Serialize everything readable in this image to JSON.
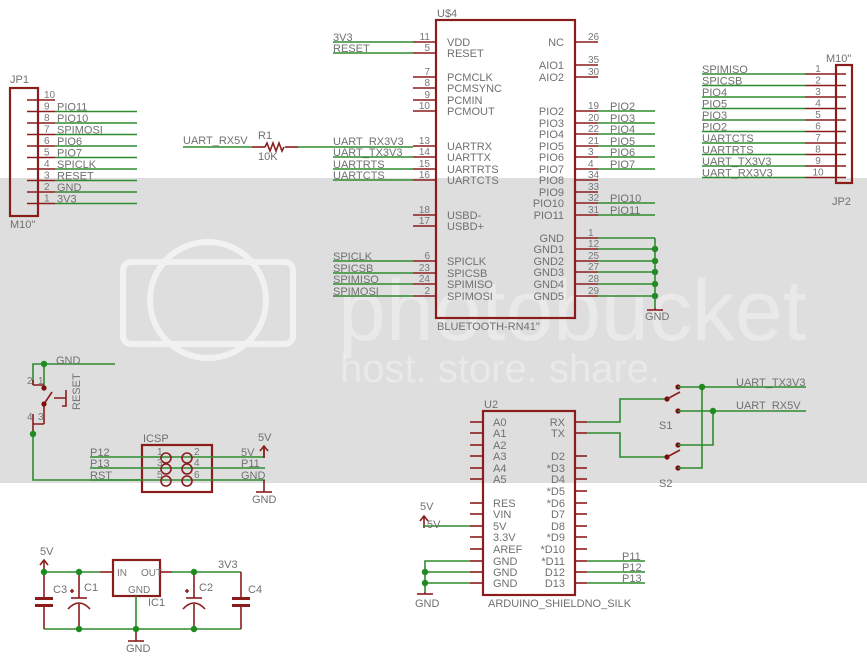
{
  "watermark": {
    "brand": "photobucket",
    "tagline": "host. store. share."
  },
  "jp1": {
    "name": "JP1",
    "value": "M10\"",
    "pins": [
      {
        "num": "10",
        "net": ""
      },
      {
        "num": "9",
        "net": "PIO11"
      },
      {
        "num": "8",
        "net": "PIO10"
      },
      {
        "num": "7",
        "net": "SPIMOSI"
      },
      {
        "num": "6",
        "net": "PIO6"
      },
      {
        "num": "5",
        "net": "PIO7"
      },
      {
        "num": "4",
        "net": "SPICLK"
      },
      {
        "num": "3",
        "net": "RESET"
      },
      {
        "num": "2",
        "net": "GND"
      },
      {
        "num": "1",
        "net": "3V3"
      }
    ]
  },
  "r1": {
    "name": "R1",
    "value": "10K",
    "net": "UART_RX5V"
  },
  "u4": {
    "name": "U$4",
    "value": "BLUETOOTH-RN41\"",
    "gnd": "GND",
    "left_pins": [
      {
        "num": "11",
        "label": "VDD",
        "net": "3V3"
      },
      {
        "num": "5",
        "label": "RESET",
        "net": "RESET"
      },
      {
        "num": "7",
        "label": "PCMCLK",
        "net": ""
      },
      {
        "num": "8",
        "label": "PCMSYNC",
        "net": ""
      },
      {
        "num": "9",
        "label": "PCMIN",
        "net": ""
      },
      {
        "num": "10",
        "label": "PCMOUT",
        "net": ""
      },
      {
        "num": "13",
        "label": "UARTRX",
        "net": "UART_RX3V3"
      },
      {
        "num": "14",
        "label": "UARTTX",
        "net": "UART_TX3V3"
      },
      {
        "num": "15",
        "label": "UARTRTS",
        "net": "UARTRTS"
      },
      {
        "num": "16",
        "label": "UARTCTS",
        "net": "UARTCTS"
      },
      {
        "num": "18",
        "label": "USBD-",
        "net": ""
      },
      {
        "num": "17",
        "label": "USBD+",
        "net": ""
      },
      {
        "num": "6",
        "label": "SPICLK",
        "net": "SPICLK"
      },
      {
        "num": "23",
        "label": "SPICSB",
        "net": "SPICSB"
      },
      {
        "num": "24",
        "label": "SPIMISO",
        "net": "SPIMISO"
      },
      {
        "num": "2",
        "label": "SPIMOSI",
        "net": "SPIMOSI"
      }
    ],
    "right_pins": [
      {
        "num": "26",
        "label": "NC",
        "net": ""
      },
      {
        "num": "35",
        "label": "AIO1",
        "net": ""
      },
      {
        "num": "30",
        "label": "AIO2",
        "net": ""
      },
      {
        "num": "19",
        "label": "PIO2",
        "net": "PIO2"
      },
      {
        "num": "20",
        "label": "PIO3",
        "net": "PIO3"
      },
      {
        "num": "22",
        "label": "PIO4",
        "net": "PIO4"
      },
      {
        "num": "21",
        "label": "PIO5",
        "net": "PIO5"
      },
      {
        "num": "3",
        "label": "PIO6",
        "net": "PIO6"
      },
      {
        "num": "4",
        "label": "PIO7",
        "net": "PIO7"
      },
      {
        "num": "34",
        "label": "PIO8",
        "net": ""
      },
      {
        "num": "33",
        "label": "PIO9",
        "net": ""
      },
      {
        "num": "32",
        "label": "PIO10",
        "net": "PIO10"
      },
      {
        "num": "31",
        "label": "PIO11",
        "net": "PIO11"
      },
      {
        "num": "1",
        "label": "GND",
        "net": ""
      },
      {
        "num": "12",
        "label": "GND1",
        "net": ""
      },
      {
        "num": "25",
        "label": "GND2",
        "net": ""
      },
      {
        "num": "27",
        "label": "GND3",
        "net": ""
      },
      {
        "num": "28",
        "label": "GND4",
        "net": ""
      },
      {
        "num": "29",
        "label": "GND5",
        "net": ""
      }
    ]
  },
  "jp2": {
    "name": "JP2",
    "value": "M10\"",
    "pins": [
      {
        "num": "1",
        "net": "SPIMISO"
      },
      {
        "num": "2",
        "net": "SPICSB"
      },
      {
        "num": "3",
        "net": "PIO4"
      },
      {
        "num": "4",
        "net": "PIO5"
      },
      {
        "num": "5",
        "net": "PIO3"
      },
      {
        "num": "6",
        "net": "PIO2"
      },
      {
        "num": "7",
        "net": "UARTCTS"
      },
      {
        "num": "8",
        "net": "UARTRTS"
      },
      {
        "num": "9",
        "net": "UART_TX3V3"
      },
      {
        "num": "10",
        "net": "UART_RX3V3"
      }
    ]
  },
  "reset_switch": {
    "name": "RESET",
    "net": "GND",
    "pins": [
      "1",
      "2",
      "3",
      "4"
    ]
  },
  "icsp": {
    "name": "ICSP",
    "supply": "5V",
    "gnd": "GND",
    "rows": [
      {
        "left_net": "P12",
        "pin_a": "1",
        "pin_b": "2",
        "right_net": "5V"
      },
      {
        "left_net": "P13",
        "pin_a": "3",
        "pin_b": "4",
        "right_net": "P11"
      },
      {
        "left_net": "RST",
        "pin_a": "5",
        "pin_b": "6",
        "right_net": "GND"
      }
    ]
  },
  "u2": {
    "name": "U2",
    "value": "ARDUINO_SHIELDNO_SILK",
    "supply": "5V",
    "supply_net": "5V",
    "gnd": "GND",
    "left_pins": [
      "A0",
      "A1",
      "A2",
      "A3",
      "A4",
      "A5",
      "RES",
      "VIN",
      "5V",
      "3.3V",
      "AREF",
      "GND",
      "GND",
      "GND"
    ],
    "right_pins": [
      "RX",
      "TX",
      "D2",
      "*D3",
      "D4",
      "*D5",
      "*D6",
      "D7",
      "D8",
      "*D9",
      "*D10",
      "*D11",
      "D12",
      "D13"
    ],
    "right_nets": [
      "P11",
      "P12",
      "P13"
    ]
  },
  "switches": {
    "s1": "S1",
    "s2": "S2",
    "net_tx": "UART_TX3V3",
    "net_rx": "UART_RX5V"
  },
  "power": {
    "supply_in": "5V",
    "supply_out": "3V3",
    "gnd": "GND",
    "ic1": {
      "name": "IC1",
      "in": "IN",
      "out": "OUT",
      "gnd": "GND"
    },
    "caps": [
      "C3",
      "C1",
      "C2",
      "C4"
    ]
  },
  "colors": {
    "net": "#2e8b2e",
    "part": "#8b1c1c",
    "text": "#6e6e6e",
    "watermark_band": "#dedede"
  }
}
